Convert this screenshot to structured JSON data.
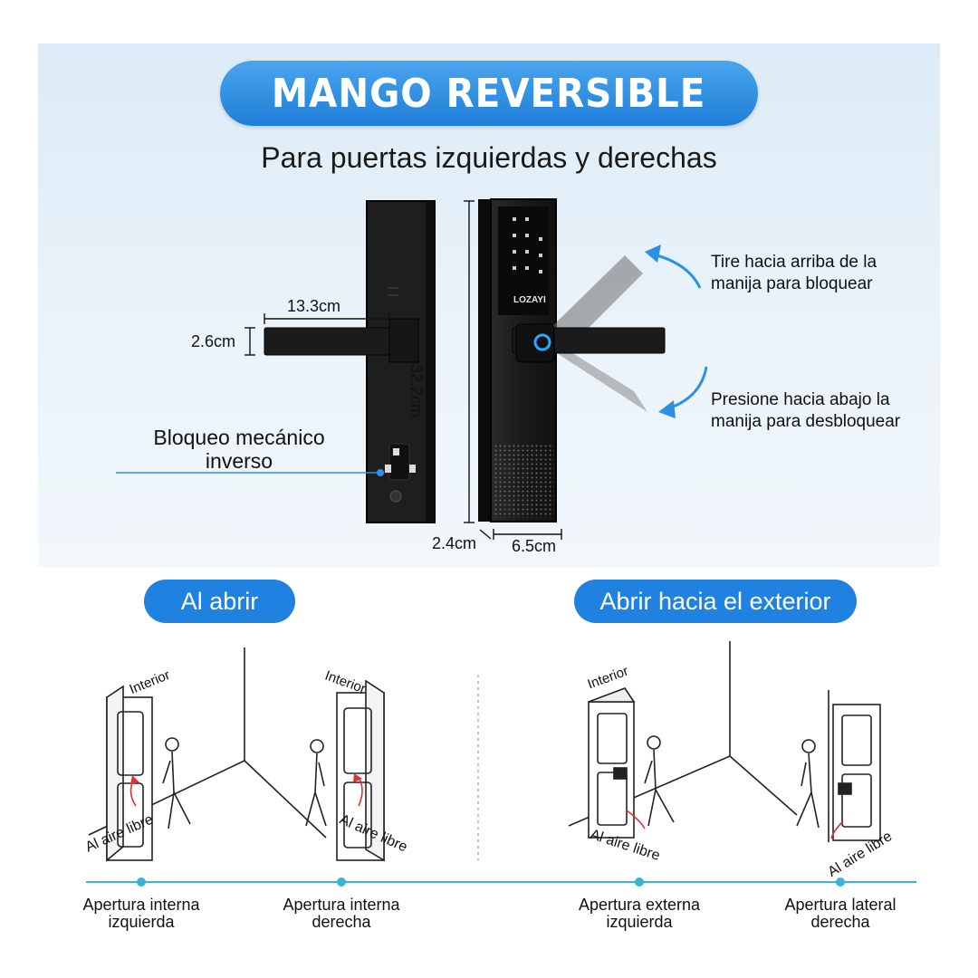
{
  "header": {
    "title": "MANGO REVERSIBLE",
    "subtitle": "Para puertas izquierdas y derechas"
  },
  "product": {
    "brand": "LOZAYI",
    "dims": {
      "handle_length": "13.3cm",
      "handle_height": "2.6cm",
      "total_height": "32.2cm",
      "depth": "2.4cm",
      "width": "6.5cm"
    },
    "lock_label": [
      "Bloqueo mecánico",
      "inverso"
    ],
    "callout_up": [
      "Tire hacia arriba de la",
      "manija para bloquear"
    ],
    "callout_down": [
      "Presione hacia abajo la",
      "manija para desbloquear"
    ]
  },
  "sections": {
    "left": "Al abrir",
    "right": "Abrir hacia el exterior"
  },
  "scene_labels": {
    "interior": "Interior",
    "outdoor": "Al aire libre"
  },
  "timeline": [
    {
      "line1": "Apertura interna",
      "line2": "izquierda"
    },
    {
      "line1": "Apertura interna",
      "line2": "derecha"
    },
    {
      "line1": "Apertura externa",
      "line2": "izquierda"
    },
    {
      "line1": "Apertura lateral",
      "line2": "derecha"
    }
  ],
  "colors": {
    "accent": "#1f82e0",
    "panel": "#e3eef8",
    "lock_body": "#1c1c1c"
  }
}
